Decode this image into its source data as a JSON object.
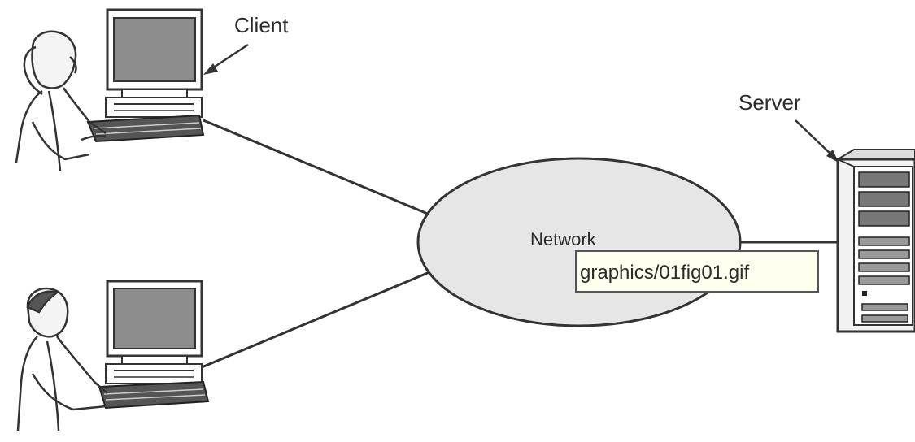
{
  "diagram": {
    "labels": {
      "client": "Client",
      "server": "Server",
      "network": "Network"
    },
    "tooltip": {
      "text": "graphics/01fig01.gif"
    },
    "icons": {
      "client_top": "person-at-computer-icon",
      "client_bottom": "person-at-computer-icon",
      "server": "server-tower-icon",
      "network": "network-cloud-icon"
    },
    "colors": {
      "line": "#333333",
      "ellipse_fill": "#e6e6e6",
      "tooltip_fill": "#fffff0",
      "screen_fill": "#8d8d8d"
    }
  }
}
